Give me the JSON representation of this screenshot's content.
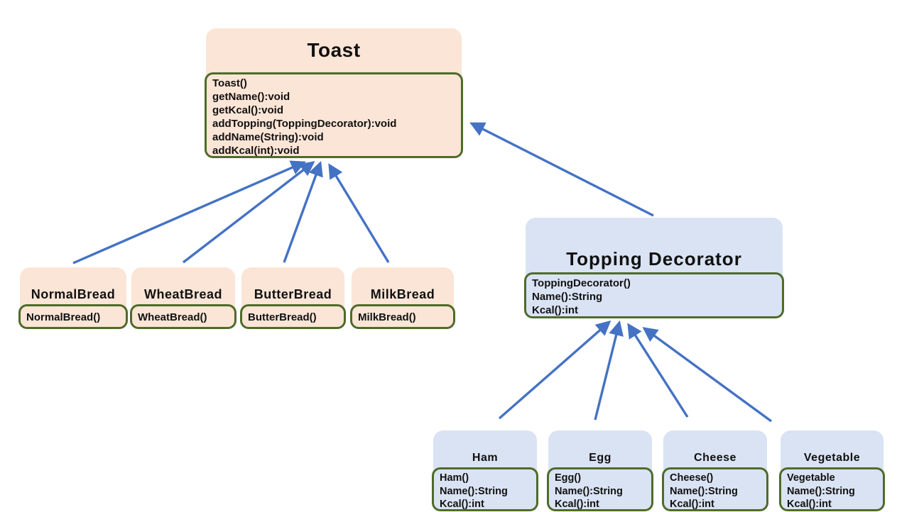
{
  "diagram_title": "Toast Decorator Pattern Class Diagram",
  "colors": {
    "peach_fill": "#fbe5d6",
    "blue_fill": "#dae3f3",
    "border_green": "#4e6b2a",
    "arrow_blue": "#4472c4",
    "text_color": "#111111"
  },
  "classes": [
    {
      "name": "Toast",
      "methods": [
        "Toast()",
        "getName():void",
        "getKcal():void",
        "addTopping(ToppingDecorator):void",
        "addName(String):void",
        "addKcal(int):void"
      ]
    },
    {
      "name": "NormalBread",
      "methods": [
        "NormalBread()"
      ]
    },
    {
      "name": "WheatBread",
      "methods": [
        "WheatBread()"
      ]
    },
    {
      "name": "ButterBread",
      "methods": [
        "ButterBread()"
      ]
    },
    {
      "name": "MilkBread",
      "methods": [
        "MilkBread()"
      ]
    },
    {
      "name": "Topping Decorator",
      "methods": [
        "ToppingDecorator()",
        "Name():String",
        "Kcal():int"
      ]
    },
    {
      "name": "Ham",
      "methods": [
        "Ham()",
        "Name():String",
        "Kcal():int"
      ]
    },
    {
      "name": "Egg",
      "methods": [
        "Egg()",
        "Name():String",
        "Kcal():int"
      ]
    },
    {
      "name": "Cheese",
      "methods": [
        "Cheese()",
        "Name():String",
        "Kcal():int"
      ]
    },
    {
      "name": "Vegetable",
      "methods": [
        "Vegetable",
        "Name():String",
        "Kcal():int"
      ]
    }
  ],
  "relations": [
    {
      "from": "NormalBread",
      "to": "Toast"
    },
    {
      "from": "WheatBread",
      "to": "Toast"
    },
    {
      "from": "ButterBread",
      "to": "Toast"
    },
    {
      "from": "MilkBread",
      "to": "Toast"
    },
    {
      "from": "Topping Decorator",
      "to": "Toast"
    },
    {
      "from": "Ham",
      "to": "Topping Decorator"
    },
    {
      "from": "Egg",
      "to": "Topping Decorator"
    },
    {
      "from": "Cheese",
      "to": "Topping Decorator"
    },
    {
      "from": "Vegetable",
      "to": "Topping Decorator"
    }
  ]
}
